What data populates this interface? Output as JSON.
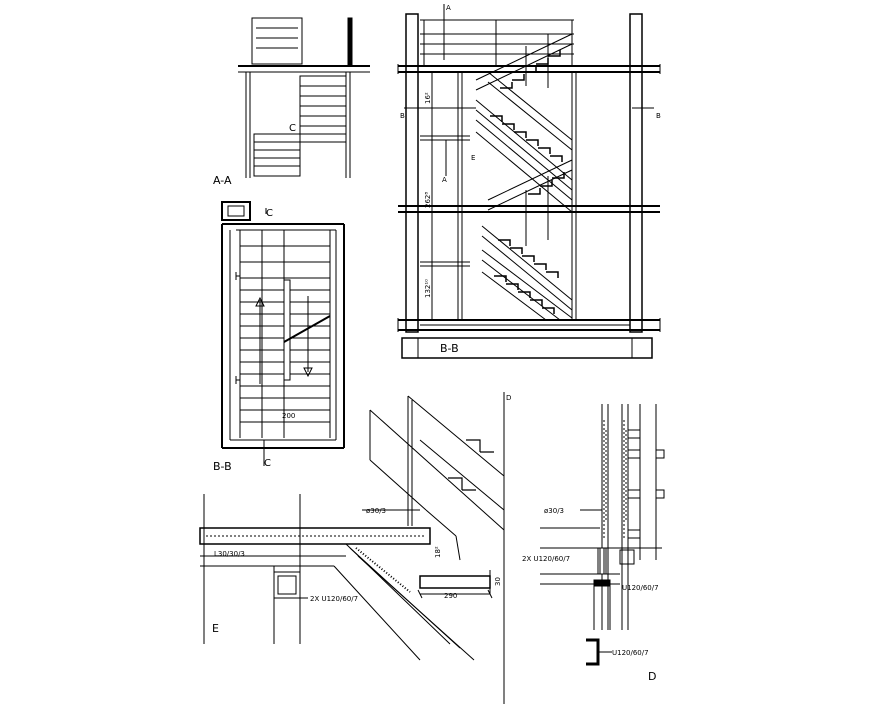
{
  "views": {
    "section_aa": {
      "title": "A-A",
      "marker": "C"
    },
    "plan_bb": {
      "title": "B-B",
      "marker_top": "C",
      "marker_bottom": "C",
      "dimension": "200"
    },
    "section_bb": {
      "title": "B-B",
      "cut_top": "A",
      "cut_mid": "A",
      "cut_left": "B",
      "cut_right": "B",
      "marker": "E",
      "dim_top": "16²",
      "dim_mid": "262⁸",
      "dim_bottom": "132¹⁰"
    },
    "detail_e": {
      "title": "E",
      "rod": "ø30/3",
      "angle": "L30/30/3",
      "channel": "2X U120/60/7",
      "dim_vertical": "18²",
      "dim_tread": "290",
      "dim_thickness": "30"
    },
    "detail_d": {
      "title": "D",
      "rod": "ø30/3",
      "channel_pair": "2X U120/60/7",
      "channel_side": "U120/60/7",
      "channel_bottom": "U120/60/7",
      "cut_top": "D"
    }
  }
}
